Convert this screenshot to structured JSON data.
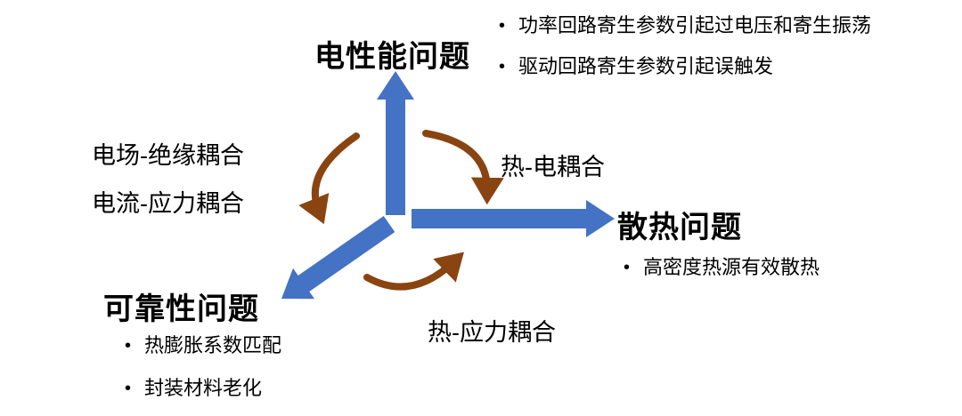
{
  "nodes": {
    "electrical": {
      "title": "电性能问题",
      "bullets": [
        "功率回路寄生参数引起过电压和寄生振荡",
        "驱动回路寄生参数引起误触发"
      ]
    },
    "thermal": {
      "title": "散热问题",
      "bullets": [
        "高密度热源有效散热"
      ]
    },
    "reliability": {
      "title": "可靠性问题",
      "bullets": [
        "热膨胀系数匹配",
        "封装材料老化"
      ]
    }
  },
  "couplings": {
    "left_line1": "电场-绝缘耦合",
    "left_line2": "电流-应力耦合",
    "right": "热-电耦合",
    "bottom": "热-应力耦合"
  },
  "colors": {
    "radial_arrow": "#4472c4",
    "coupling_arrow": "#8a4412",
    "text": "#000000"
  }
}
